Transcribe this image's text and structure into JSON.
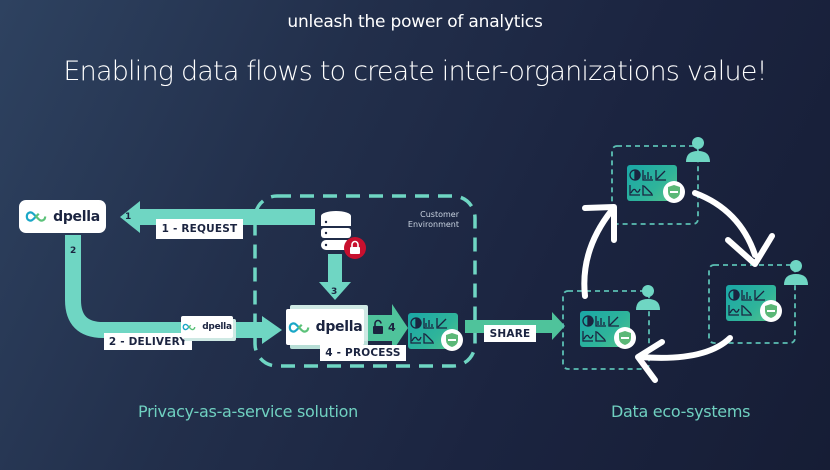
{
  "header": {
    "tagline": "unleash the power of analytics",
    "headline": "Enabling data flows to create inter-organizations value!"
  },
  "left_section": {
    "caption": "Privacy-as-a-service solution",
    "logo_main": "dpella",
    "logo_package": "dpella",
    "logo_processor": "dpella",
    "environment_label_line1": "Customer",
    "environment_label_line2": "Environment",
    "steps": {
      "request_label": "1 - REQUEST",
      "request_num": "1",
      "delivery_label": "2 - DELIVERY",
      "delivery_num": "2",
      "load_num": "3",
      "process_label": "4 - PROCESS",
      "process_num": "4"
    },
    "share_label": "SHARE"
  },
  "right_section": {
    "caption": "Data eco-systems",
    "nodes": [
      {
        "name": "organization-top"
      },
      {
        "name": "organization-right"
      },
      {
        "name": "organization-left"
      }
    ]
  },
  "icons": {
    "database": "database-icon",
    "lock_closed": "lock-icon",
    "lock_open": "unlock-icon",
    "user": "user-icon",
    "gdpr": "gdpr-shield-icon",
    "cycle_arrow": "cycle-arrow-icon"
  },
  "colors": {
    "accent": "#6fd6c3",
    "accent_dark": "#4fc39b",
    "lock_red": "#c8102e",
    "label_bg": "#ffffff",
    "text_dark": "#1b2440",
    "caption": "#6fd0c0"
  }
}
